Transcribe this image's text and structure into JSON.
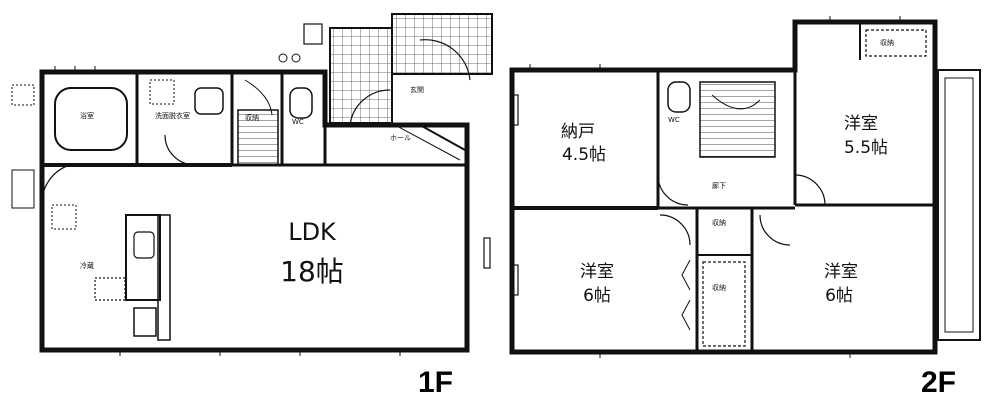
{
  "floors": [
    {
      "id": "1F",
      "label": "1F",
      "rooms": [
        {
          "key": "ldk",
          "name": "LDK",
          "size": "18帖"
        }
      ]
    },
    {
      "id": "2F",
      "label": "2F",
      "rooms": [
        {
          "key": "storage",
          "name": "納戸",
          "size": "4.5帖"
        },
        {
          "key": "western_ne",
          "name": "洋室",
          "size": "5.5帖"
        },
        {
          "key": "western_sw",
          "name": "洋室",
          "size": "6帖"
        },
        {
          "key": "western_se",
          "name": "洋室",
          "size": "6帖"
        }
      ]
    }
  ]
}
